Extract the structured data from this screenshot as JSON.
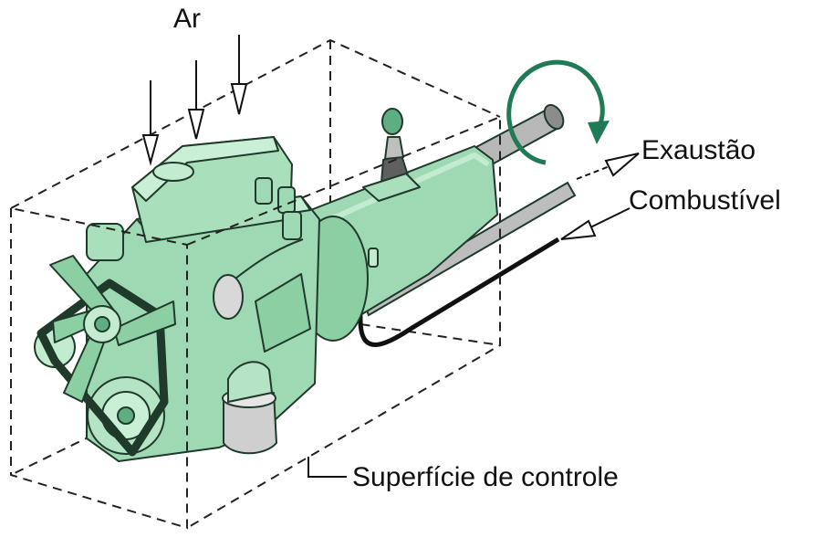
{
  "labels": {
    "air": "Ar",
    "exhaust": "Exaustão",
    "fuel": "Combustível",
    "control_surface": "Superfície de controle"
  },
  "colors": {
    "engine_fill": "#9fd9b3",
    "engine_light": "#c3ebd0",
    "engine_dark": "#5fae82",
    "engine_outline": "#1f3a2b",
    "rotation_arrow": "#1f7a55",
    "shaft": "#a6a6a6",
    "fuel_line": "#111111",
    "dashed_box": "#222222"
  },
  "icons": {
    "air_arrows": "down-arrow-icon",
    "rotation": "rotation-arrow-icon"
  }
}
